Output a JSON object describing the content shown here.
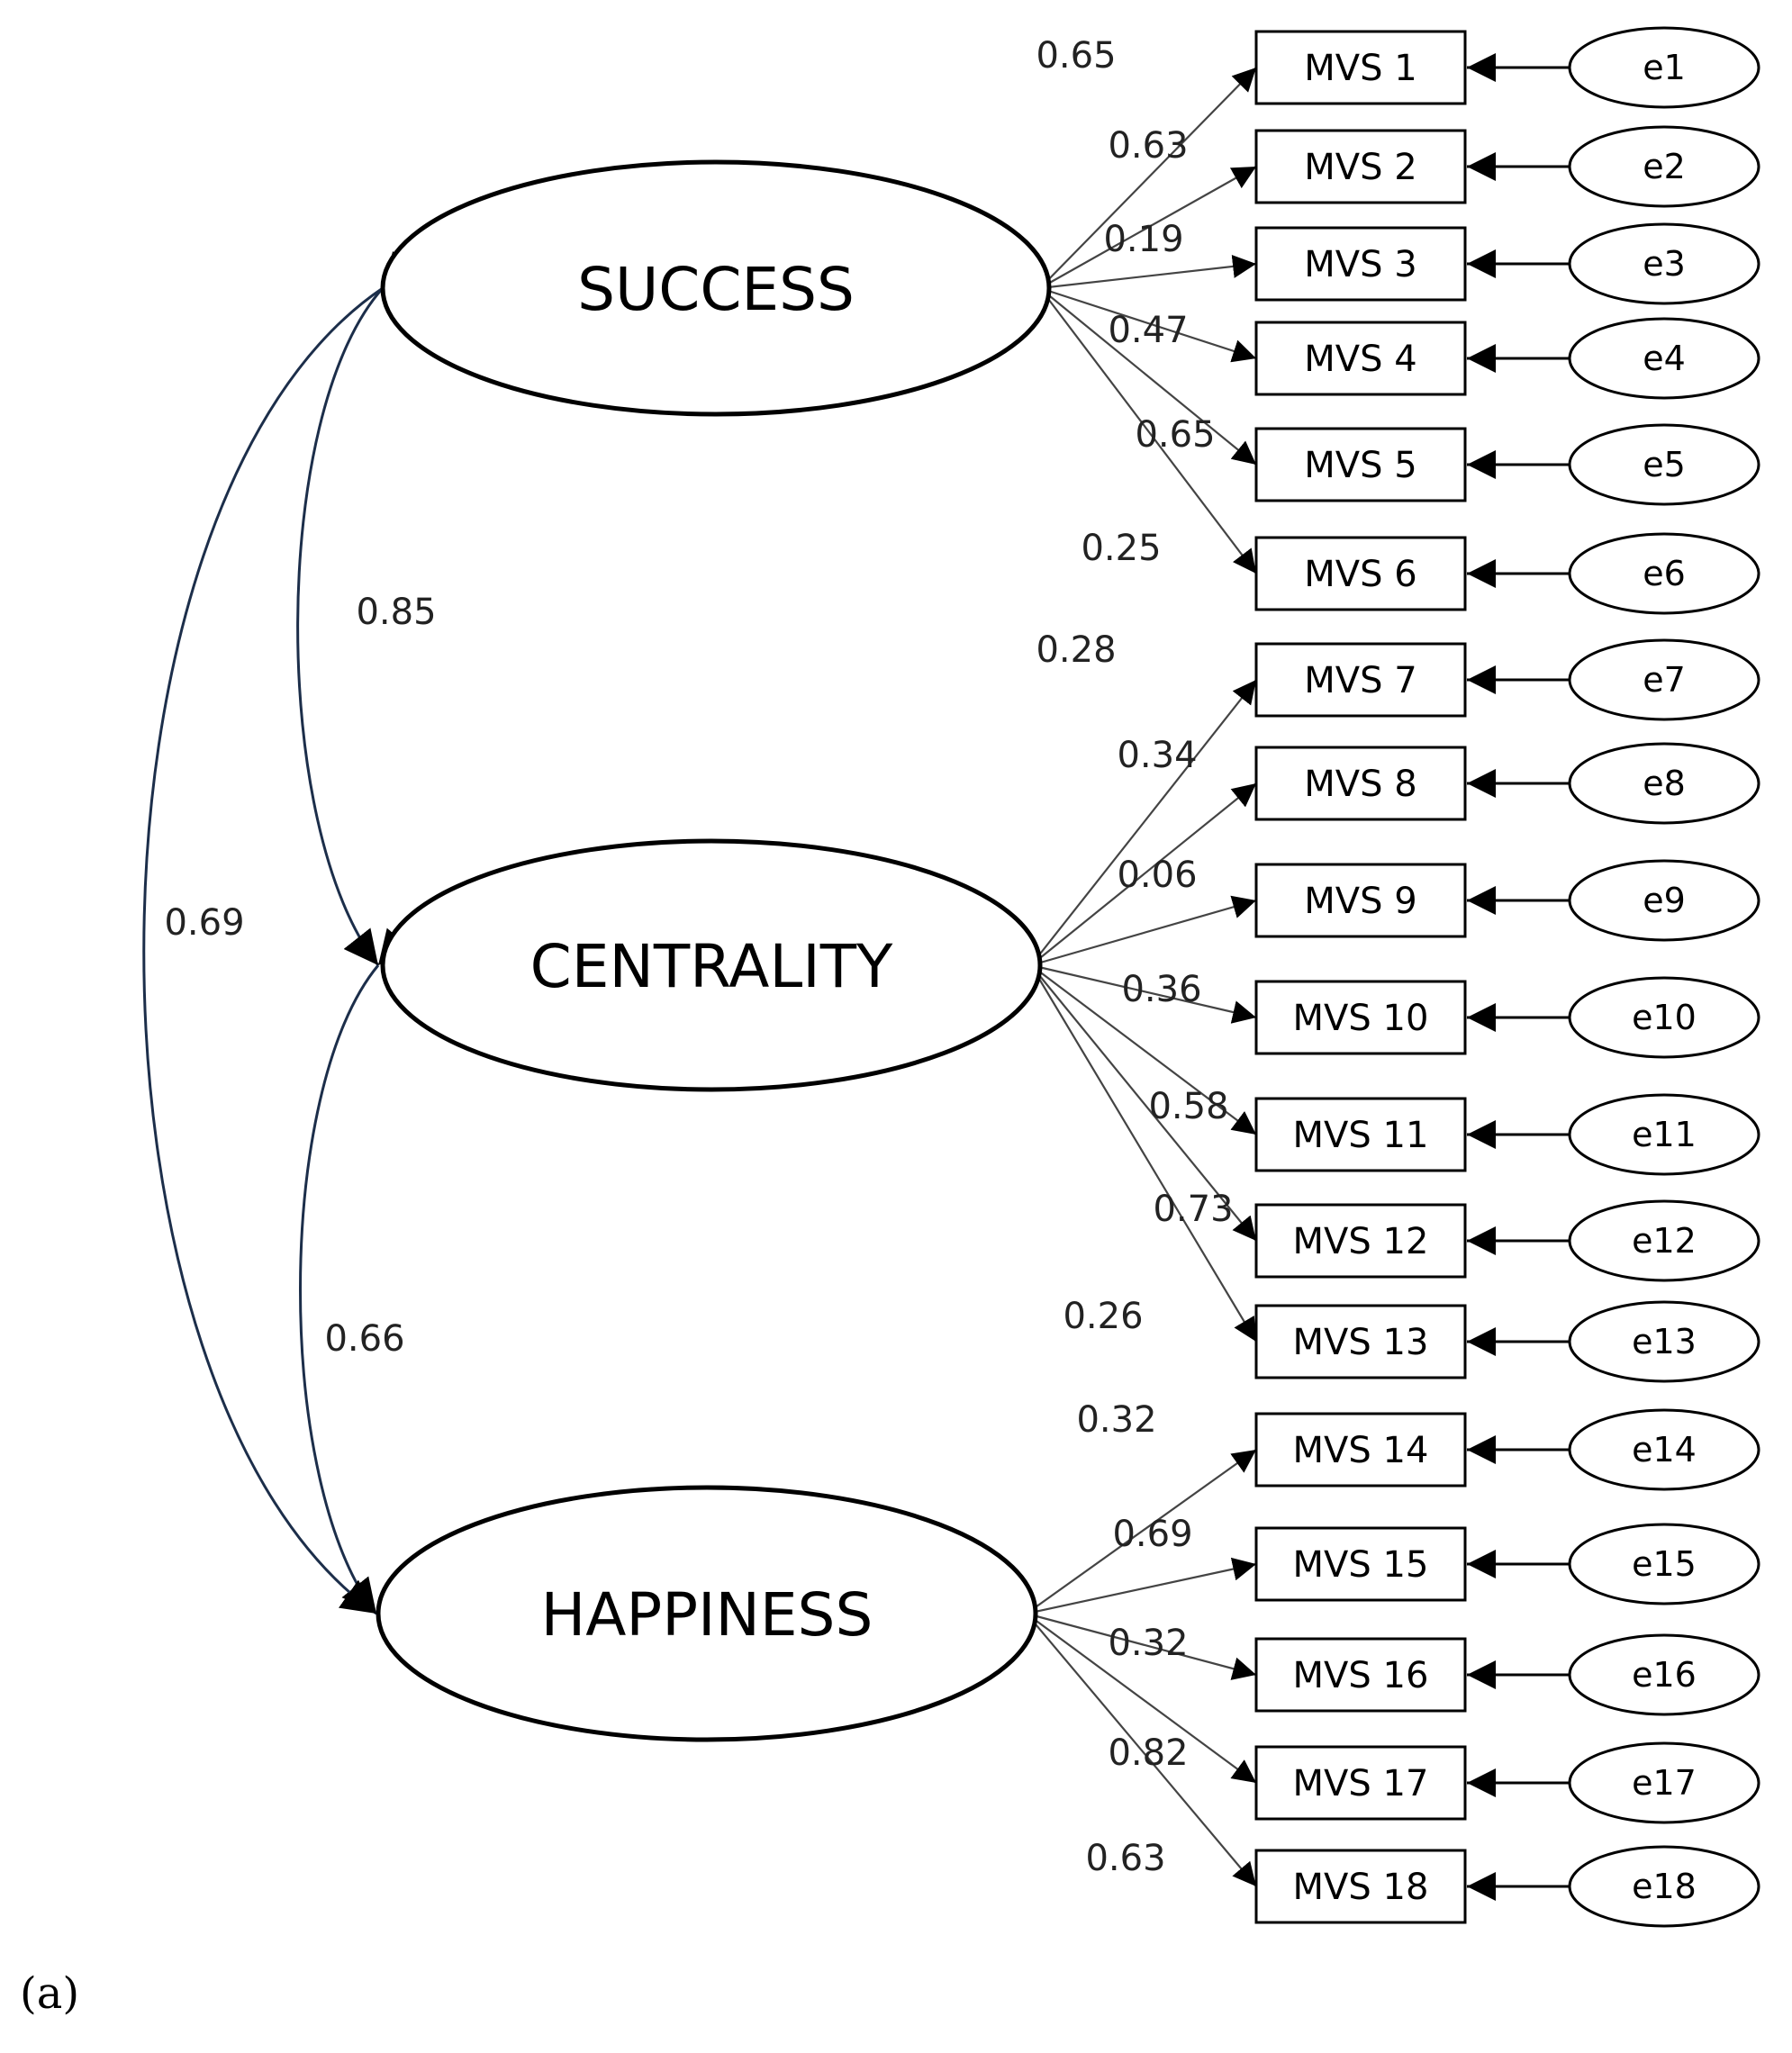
{
  "panel_label": "(a)",
  "latents": [
    {
      "id": "success",
      "label": "SUCCESS"
    },
    {
      "id": "centrality",
      "label": "CENTRALITY"
    },
    {
      "id": "happiness",
      "label": "HAPPINESS"
    }
  ],
  "correlations": [
    {
      "from": "success",
      "to": "centrality",
      "value": "0.85"
    },
    {
      "from": "centrality",
      "to": "happiness",
      "value": "0.66"
    },
    {
      "from": "success",
      "to": "happiness",
      "value": "0.69"
    }
  ],
  "indicators": [
    {
      "label": "MVS 1",
      "error": "e1",
      "latent": "success",
      "loading": "0.65"
    },
    {
      "label": "MVS 2",
      "error": "e2",
      "latent": "success",
      "loading": "0.63"
    },
    {
      "label": "MVS 3",
      "error": "e3",
      "latent": "success",
      "loading": "0.19"
    },
    {
      "label": "MVS 4",
      "error": "e4",
      "latent": "success",
      "loading": "0.47"
    },
    {
      "label": "MVS 5",
      "error": "e5",
      "latent": "success",
      "loading": "0.65"
    },
    {
      "label": "MVS 6",
      "error": "e6",
      "latent": "success",
      "loading": "0.25"
    },
    {
      "label": "MVS 7",
      "error": "e7",
      "latent": "centrality",
      "loading": "0.28"
    },
    {
      "label": "MVS 8",
      "error": "e8",
      "latent": "centrality",
      "loading": "0.34"
    },
    {
      "label": "MVS 9",
      "error": "e9",
      "latent": "centrality",
      "loading": "0.06"
    },
    {
      "label": "MVS 10",
      "error": "e10",
      "latent": "centrality",
      "loading": "0.36"
    },
    {
      "label": "MVS 11",
      "error": "e11",
      "latent": "centrality",
      "loading": "0.58"
    },
    {
      "label": "MVS 12",
      "error": "e12",
      "latent": "centrality",
      "loading": "0.73"
    },
    {
      "label": "MVS 13",
      "error": "e13",
      "latent": "centrality",
      "loading": "0.26"
    },
    {
      "label": "MVS 14",
      "error": "e14",
      "latent": "happiness",
      "loading": "0.32"
    },
    {
      "label": "MVS 15",
      "error": "e15",
      "latent": "happiness",
      "loading": "0.69"
    },
    {
      "label": "MVS 16",
      "error": "e16",
      "latent": "happiness",
      "loading": "0.32"
    },
    {
      "label": "MVS 17",
      "error": "e17",
      "latent": "happiness",
      "loading": "0.82"
    },
    {
      "label": "MVS 18",
      "error": "e18",
      "latent": "happiness",
      "loading": "0.63"
    }
  ]
}
